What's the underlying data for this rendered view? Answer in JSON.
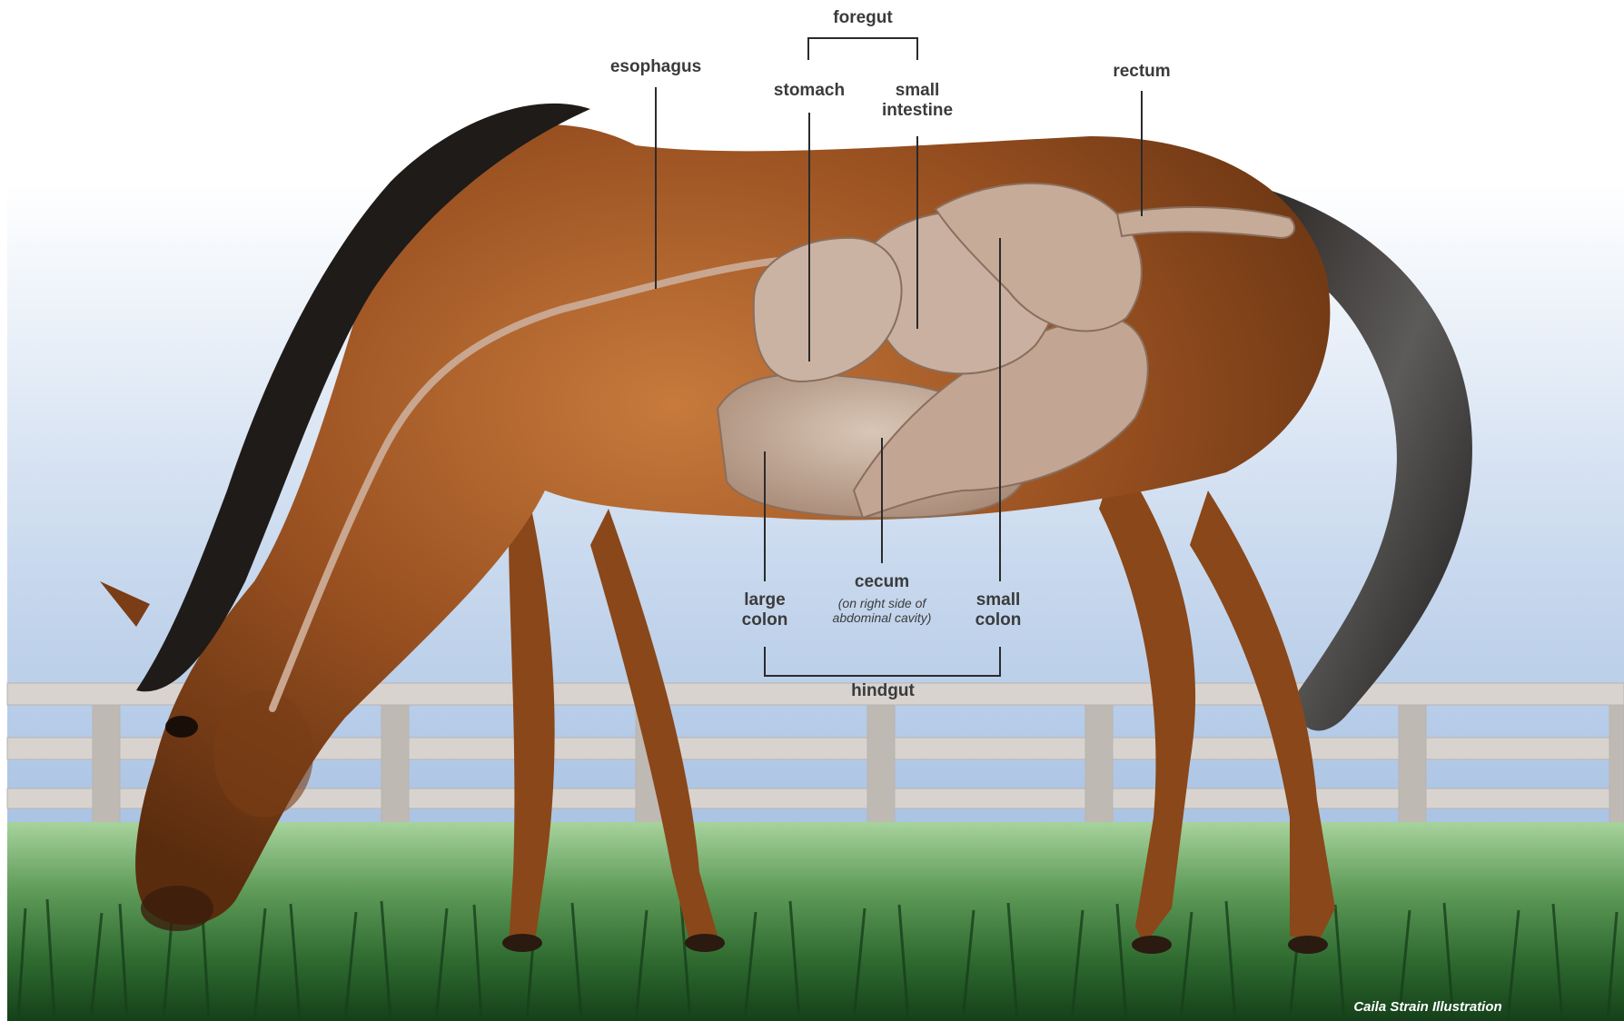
{
  "labels": {
    "foregut": "foregut",
    "esophagus": "esophagus",
    "stomach": "stomach",
    "small_intestine_1": "small",
    "small_intestine_2": "intestine",
    "rectum": "rectum",
    "large_colon_1": "large",
    "large_colon_2": "colon",
    "cecum": "cecum",
    "cecum_note_1": "(on right side of",
    "cecum_note_2": "abdominal cavity)",
    "small_colon_1": "small",
    "small_colon_2": "colon",
    "hindgut": "hindgut"
  },
  "credit": "Caila Strain Illustration",
  "colors": {
    "sky_top": "#ffffff",
    "sky_bottom": "#a9c3e4",
    "horse_coat": "#8b4a1c",
    "mane_tail": "#1e1b19",
    "organs": "#b9a08f",
    "fence": "#d9d4cf",
    "grass_dark": "#1d4e22",
    "grass_light": "#8fc485",
    "leader_lines": "#2b2b2b"
  }
}
